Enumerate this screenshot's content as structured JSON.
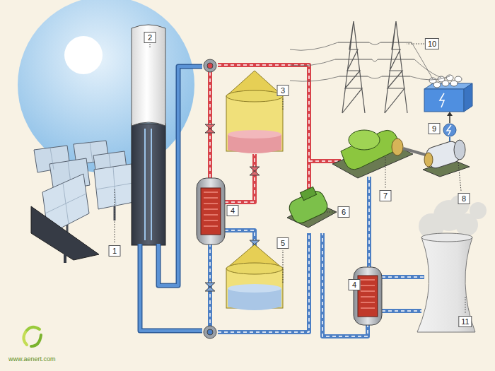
{
  "diagram": {
    "labels": [
      "2",
      "3",
      "10",
      "4",
      "6",
      "7",
      "8",
      "9",
      "5",
      "1",
      "4",
      "11",
      "www.aenert.com"
    ]
  }
}
